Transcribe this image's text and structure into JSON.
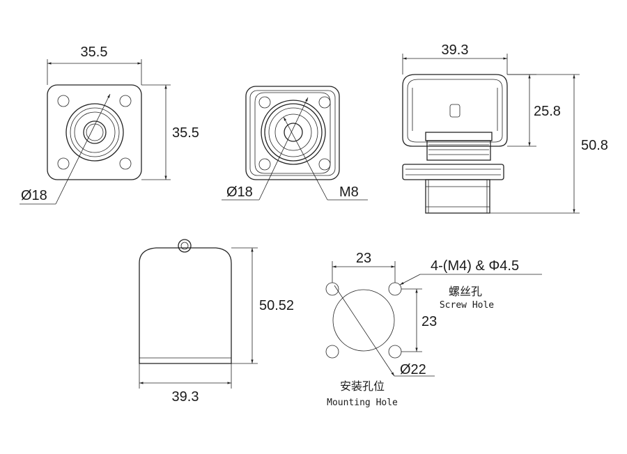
{
  "views": {
    "front": {
      "width": "35.5",
      "height": "35.5",
      "diameter": "Ø18"
    },
    "rear": {
      "diameter": "Ø18",
      "thread": "M8"
    },
    "side": {
      "width": "39.3",
      "upper_height": "25.8",
      "total_height": "50.8"
    },
    "cap": {
      "height": "50.52",
      "width": "39.3"
    },
    "mounting": {
      "spacing_h": "23",
      "spacing_v": "23",
      "hole_spec": "4-(M4) & Φ4.5",
      "screw_hole_cn": "螺丝孔",
      "screw_hole_en": "Screw Hole",
      "cutout_diameter": "Ø22",
      "mounting_hole_cn": "安装孔位",
      "mounting_hole_en": "Mounting  Hole"
    }
  }
}
